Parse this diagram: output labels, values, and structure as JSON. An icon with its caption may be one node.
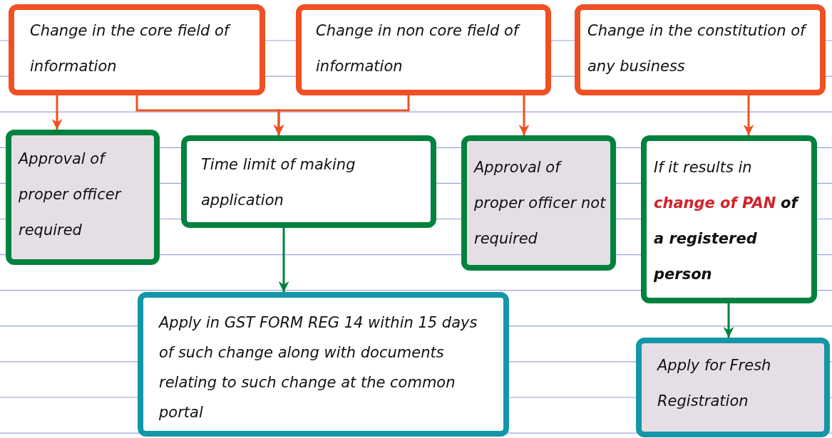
{
  "diagram": {
    "nodes": [
      {
        "text": [
          "Change in the core field of information"
        ]
      },
      {
        "text": [
          "Change in non core field of information"
        ]
      },
      {
        "text": [
          "Change in the constitution of any business"
        ]
      },
      {
        "text": [
          "Approval of proper officer required"
        ]
      },
      {
        "text": [
          "Time limit of making application"
        ]
      },
      {
        "text": [
          "Approval of proper officer not required"
        ]
      },
      {
        "text": [
          "If it results in **change of PAN** **of a registered person**"
        ]
      },
      {
        "text": [
          "Apply in GST FORM REG 14 within 15 days of such change along with documents relating to such change at the common portal"
        ]
      },
      {
        "text": [
          "Apply for Fresh Registration"
        ]
      }
    ],
    "edges": [
      {
        "from": 0,
        "to": 3,
        "arrow": "to"
      },
      {
        "from": 0,
        "to": 4,
        "arrow": "to"
      },
      {
        "from": 1,
        "to": 4,
        "arrow": "to"
      },
      {
        "from": 1,
        "to": 5,
        "arrow": "to"
      },
      {
        "from": 2,
        "to": 6,
        "arrow": "to"
      },
      {
        "from": 4,
        "to": 7,
        "arrow": "to",
        "color": "#00823f"
      },
      {
        "from": 6,
        "to": 8,
        "arrow": "to",
        "color": "#00823f"
      }
    ]
  }
}
